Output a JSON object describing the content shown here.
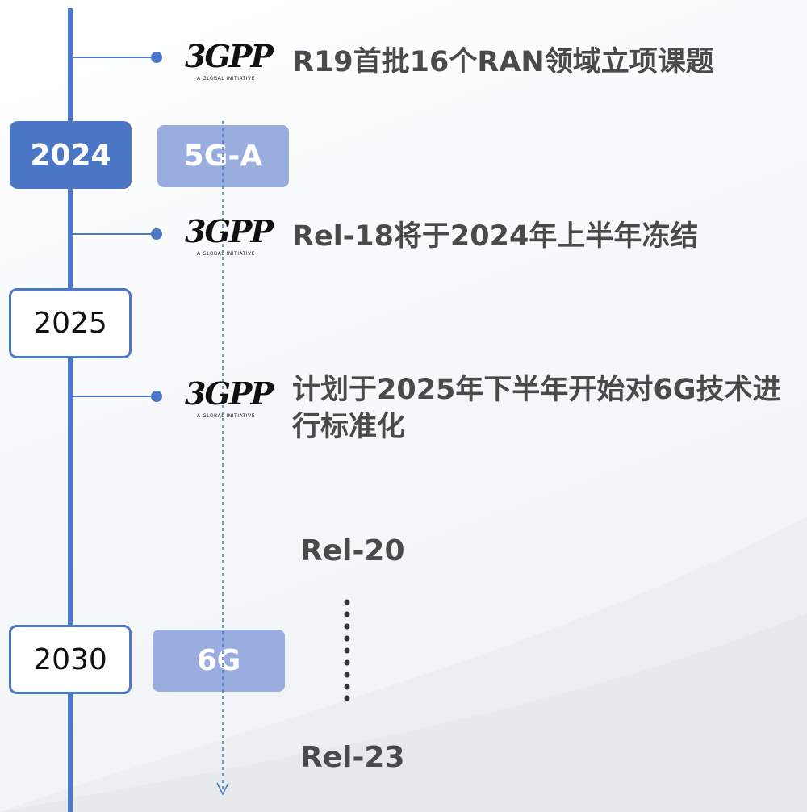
{
  "timeline": {
    "years": [
      {
        "label": "2024",
        "highlight": true
      },
      {
        "label": "2025",
        "highlight": false
      },
      {
        "label": "2030",
        "highlight": false
      }
    ],
    "generations": [
      {
        "label": "5G-A"
      },
      {
        "label": "6G"
      }
    ],
    "events": [
      {
        "logo": "3GPP",
        "logo_sub": "A GLOBAL INITIATIVE",
        "text": "R19首批16个RAN领域立项课题"
      },
      {
        "logo": "3GPP",
        "logo_sub": "A GLOBAL INITIATIVE",
        "text": "Rel-18将于2024年上半年冻结"
      },
      {
        "logo": "3GPP",
        "logo_sub": "A GLOBAL INITIATIVE",
        "text": "计划于2025年下半年开始对6G技术进行标准化"
      }
    ],
    "releases": [
      {
        "label": "Rel-20"
      },
      {
        "label": "Rel-23"
      }
    ]
  },
  "colors": {
    "timeline_blue": "#4b79c8",
    "generation_fill": "#99addf",
    "text_gray": "#4a4a4a"
  }
}
